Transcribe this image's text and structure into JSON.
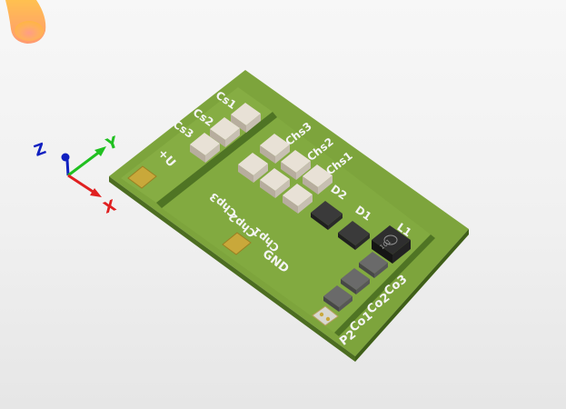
{
  "viewer": {
    "type": "3D PCB viewer",
    "colors": {
      "background": "#f2f2f2",
      "board": "#6f9a34",
      "board_edge": "#3f5f18",
      "pad_gold": "#c9a83a",
      "capacitor_body": "#d9d1c4",
      "ic_body": "#333333",
      "silkscreen": "#f4f4f4"
    }
  },
  "axis_gizmo": {
    "x_label": "X",
    "y_label": "Y",
    "z_label": "Z",
    "x_color": "#e02020",
    "y_color": "#20c020",
    "z_color": "#1020c0"
  },
  "board": {
    "pad_labels": {
      "plus_u": "+U",
      "gnd": "GND"
    },
    "components": {
      "cs1": "Cs1",
      "cs2": "Cs2",
      "cs3": "Cs3",
      "chs3": "Chs3",
      "chs2": "Chs2",
      "chs1": "Chs1",
      "chp3": "Chp3",
      "chp2": "Chp2",
      "chp1": "Chp1",
      "d2": "D2",
      "d1": "D1",
      "l1": "L1",
      "l1_marking": "101",
      "co3": "Co3",
      "co2": "Co2",
      "co1": "Co1",
      "p2": "P2"
    }
  }
}
